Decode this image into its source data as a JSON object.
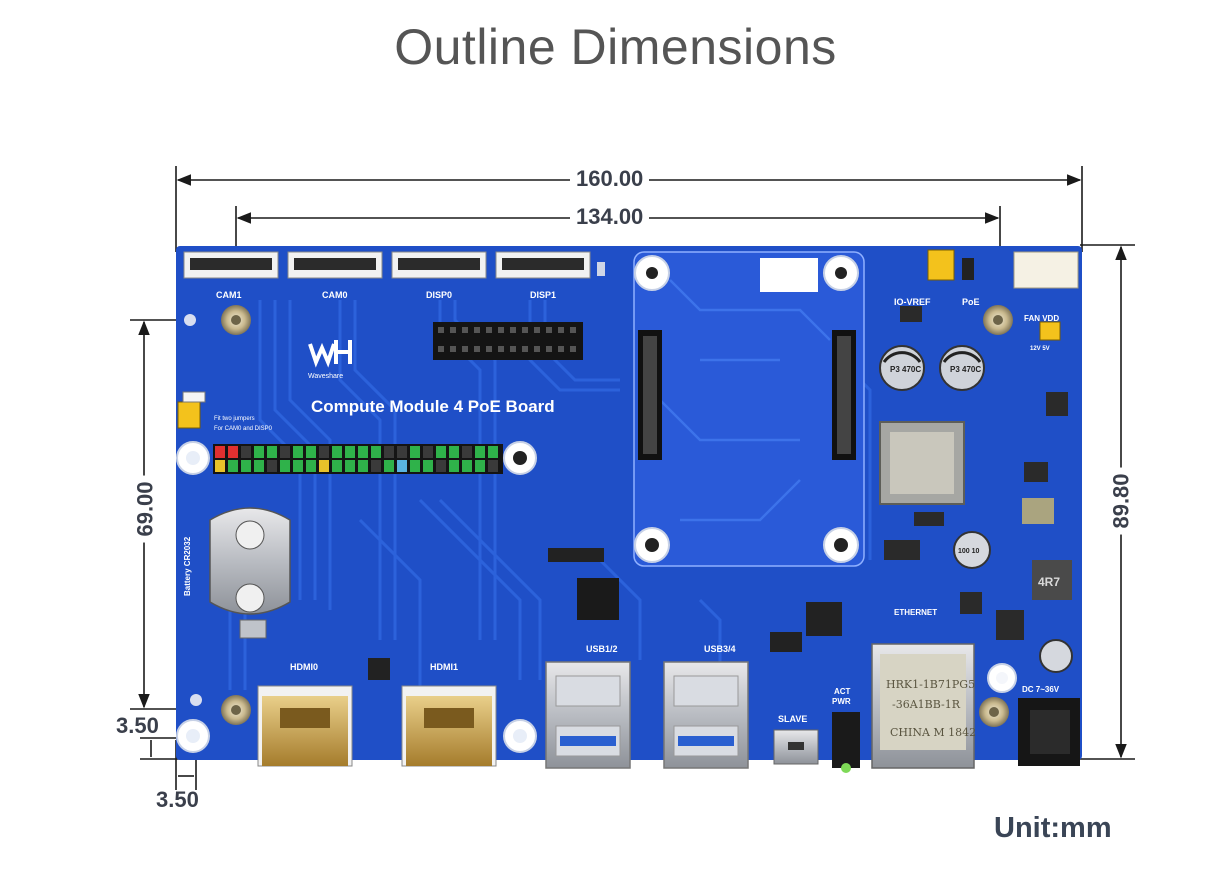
{
  "title": "Outline Dimensions",
  "dimensions": {
    "total_width": "160.00",
    "hole_spacing_width": "134.00",
    "total_height": "89.80",
    "hole_spacing_height": "69.00",
    "hole_offset_y": "3.50",
    "hole_offset_x": "3.50"
  },
  "unit_label": "Unit:mm",
  "board": {
    "name": "Compute Module 4 PoE Board",
    "brand": "Waveshare",
    "connectors": [
      "CAM1",
      "CAM0",
      "DISP0",
      "DISP1"
    ],
    "labels": {
      "io_vref": "IO-VREF",
      "poe": "PoE",
      "fan_vdd": "FAN VDD",
      "fan_volts": "12V  5V",
      "ethernet": "ETHERNET",
      "hdmi0": "HDMI0",
      "hdmi1": "HDMI1",
      "usb12": "USB1/2",
      "usb34": "USB3/4",
      "slave": "SLAVE",
      "act": "ACT",
      "pwr": "PWR",
      "dc": "DC 7~36V",
      "battery": "Battery CR2032",
      "jumper_note_1": "Fit two jumpers",
      "jumper_note_2": "For CAM0 and DISP0",
      "rj45_line1": "HRK1-1B71PG5",
      "rj45_line2": "-36A1BB-1R",
      "rj45_line3": "CHINA  M 1842",
      "cap_label": "P3 470C",
      "inductor": "4R7",
      "cap_small": "100 10"
    }
  },
  "colors": {
    "board_blue": "#1f4fc7",
    "trace_blue": "#2f66df",
    "dimension_line": "#1a1a1a",
    "dimension_text": "#3a3f4b",
    "title_gray": "#555555",
    "gold": "#c8a045"
  }
}
